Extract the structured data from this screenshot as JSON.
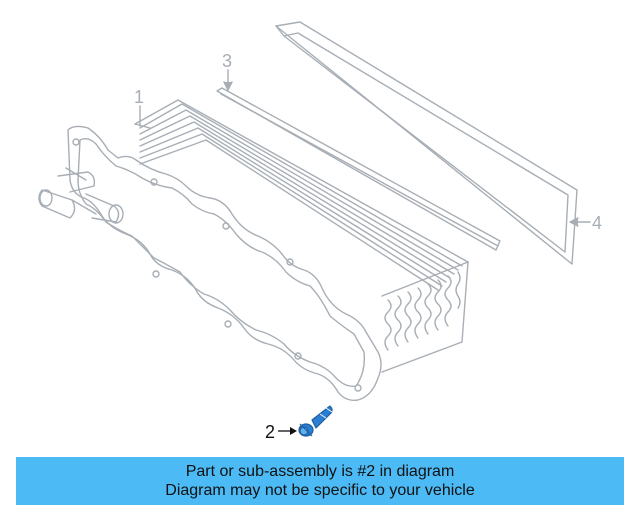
{
  "diagram": {
    "callouts": [
      {
        "id": "1",
        "label": "1"
      },
      {
        "id": "2",
        "label": "2"
      },
      {
        "id": "3",
        "label": "3"
      },
      {
        "id": "4",
        "label": "4"
      }
    ],
    "line_color": "#a7aeb5",
    "highlight_color": "#2a7fd4"
  },
  "banner": {
    "line1": "Part or sub-assembly is #2 in diagram",
    "line2": "Diagram may not be specific to your vehicle",
    "background": "#4cbaf5"
  }
}
